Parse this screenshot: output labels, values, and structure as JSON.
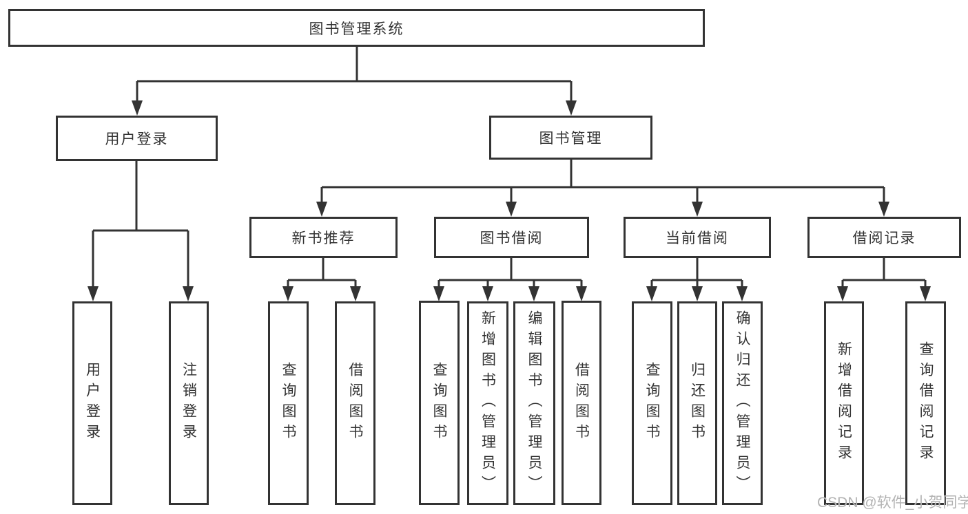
{
  "colors": {
    "line": "#333333",
    "text": "#333333",
    "background": "#ffffff",
    "watermark": "#b3b3b3"
  },
  "watermark": {
    "text": "CSDN @软件_小贺同学"
  },
  "tree": {
    "root": {
      "label": "图书管理系统"
    },
    "children": [
      {
        "label": "用户登录",
        "children": [
          {
            "label": "用户登录"
          },
          {
            "label": "注销登录"
          }
        ]
      },
      {
        "label": "图书管理",
        "children": [
          {
            "label": "新书推荐",
            "children": [
              {
                "label": "查询图书"
              },
              {
                "label": "借阅图书"
              }
            ]
          },
          {
            "label": "图书借阅",
            "children": [
              {
                "label": "查询图书"
              },
              {
                "label": "新增图书（管理员）"
              },
              {
                "label": "编辑图书（管理员）"
              },
              {
                "label": "借阅图书"
              }
            ]
          },
          {
            "label": "当前借阅",
            "children": [
              {
                "label": "查询图书"
              },
              {
                "label": "归还图书"
              },
              {
                "label": "确认归还（管理员）"
              }
            ]
          },
          {
            "label": "借阅记录",
            "children": [
              {
                "label": "新增借阅记录"
              },
              {
                "label": "查询借阅记录"
              }
            ]
          }
        ]
      }
    ]
  }
}
